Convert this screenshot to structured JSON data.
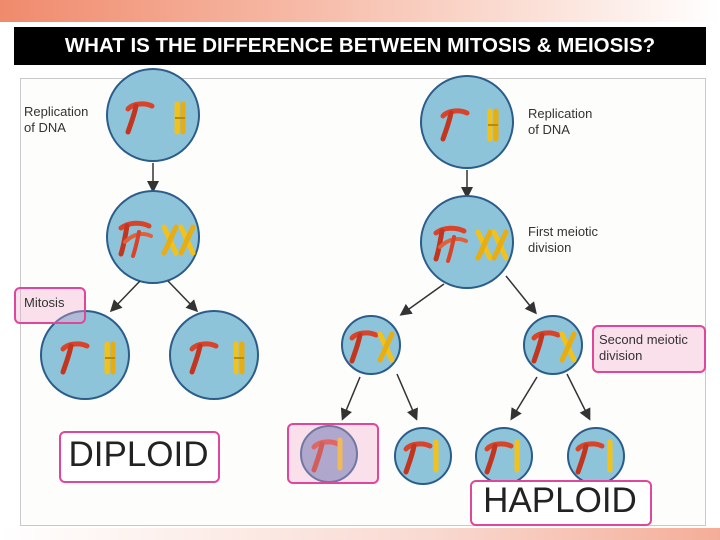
{
  "slide": {
    "title": "WHAT IS THE DIFFERENCE BETWEEN MITOSIS & MEIOSIS?"
  },
  "mitosis": {
    "replication_label_line1": "Replication",
    "replication_label_line2": "of DNA",
    "division_label": "Mitosis",
    "result_label": "DIPLOID"
  },
  "meiosis": {
    "replication_label_line1": "Replication",
    "replication_label_line2": "of DNA",
    "first_division_line1": "First meiotic",
    "first_division_line2": "division",
    "second_division_line1": "Second meiotic",
    "second_division_line2": "division",
    "result_label": "HAPLOID"
  },
  "colors": {
    "cell_fill": "#8ec4da",
    "cell_border": "#2b5c8a",
    "red_chromosome": "#d9432a",
    "yellow_chromosome": "#f2c21a",
    "highlight_border": "#e0479b"
  }
}
